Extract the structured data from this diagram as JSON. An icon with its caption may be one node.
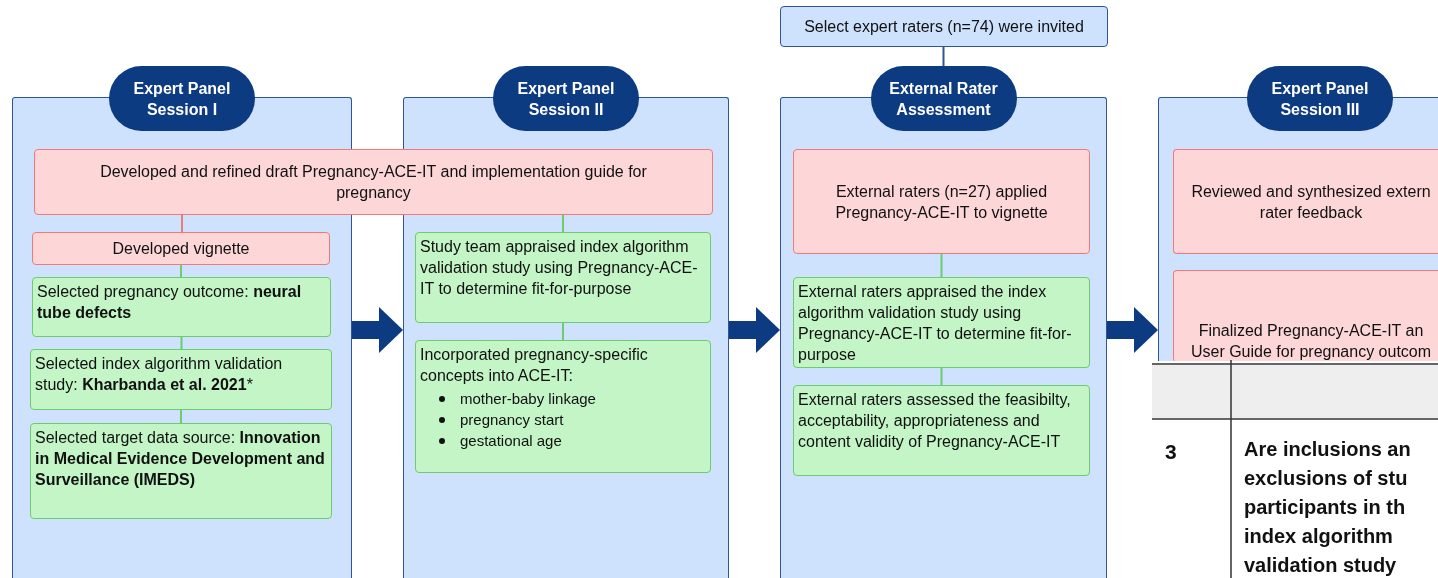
{
  "diagram": {
    "nodes": [
      {
        "text": [
          "Expert Panel Session I"
        ]
      },
      {
        "text": [
          "Developed and refined draft Pregnancy-ACE-IT and implementation guide for pregnancy"
        ]
      },
      {
        "text": [
          "Developed vignette"
        ],
        "in": 0
      },
      {
        "text": [
          "Selected pregnancy outcome: **neural tube defects**"
        ],
        "in": 0
      },
      {
        "text": [
          "Selected index algorithm validation study: **Kharbanda et al. 2021***"
        ],
        "in": 0
      },
      {
        "text": [
          "Selected target data source: **Innovation in Medical Evidence Development and Surveillance (IMEDS)**"
        ],
        "in": 0
      },
      {
        "text": [
          "Expert Panel Session II"
        ]
      },
      {
        "text": [
          "Study team appraised index algorithm validation study using Pregnancy-ACE-IT to determine fit-for-purpose"
        ],
        "in": 6
      },
      {
        "text": [
          "Incorporated pregnancy-specific concepts into ACE-IT:",
          "mother-baby linkage",
          "pregnancy start",
          "gestational age"
        ],
        "in": 6
      },
      {
        "text": [
          "Select expert raters (n=74) were invited"
        ]
      },
      {
        "text": [
          "External Rater Assessment"
        ]
      },
      {
        "text": [
          "External raters (n=27) applied Pregnancy-ACE-IT to vignette"
        ],
        "in": 10
      },
      {
        "text": [
          "External raters appraised the index algorithm validation study using Pregnancy-ACE-IT to determine fit-for-purpose"
        ],
        "in": 10
      },
      {
        "text": [
          "External raters assessed the feasibilty, acceptability, appropriateness and content validity of Pregnancy-ACE-IT"
        ],
        "in": 10
      },
      {
        "text": [
          "Expert Panel Session III"
        ]
      },
      {
        "text": [
          "Reviewed and synthesized extern rater feedback"
        ],
        "in": 14
      },
      {
        "text": [
          "Finalized Pregnancy-ACE-IT an User Guide for pregnancy outcom"
        ],
        "in": 14
      }
    ],
    "edges": [
      {
        "from": 1,
        "to": 2,
        "arrow": "none",
        "color": "#f07a7a"
      },
      {
        "from": 2,
        "to": 3,
        "arrow": "none"
      },
      {
        "from": 3,
        "to": 4,
        "arrow": "none"
      },
      {
        "from": 4,
        "to": 5,
        "arrow": "none"
      },
      {
        "from": 1,
        "to": 7,
        "arrow": "none"
      },
      {
        "from": 7,
        "to": 8,
        "arrow": "none"
      },
      {
        "from": 9,
        "to": 10,
        "arrow": "none",
        "color": "#2f5597"
      },
      {
        "from": 11,
        "to": 12,
        "arrow": "none"
      },
      {
        "from": 12,
        "to": 13,
        "arrow": "none"
      },
      {
        "from": 0,
        "to": 6,
        "arrow": "to",
        "style": "thick",
        "color": "#0d3b82"
      },
      {
        "from": 6,
        "to": 10,
        "arrow": "to",
        "style": "thick",
        "color": "#0d3b82"
      },
      {
        "from": 10,
        "to": 14,
        "arrow": "to",
        "style": "thick",
        "color": "#0d3b82"
      }
    ],
    "labels": [
      "3",
      "Are inclusions an exclusions of stu participants in th index algorithm validation study"
    ]
  }
}
